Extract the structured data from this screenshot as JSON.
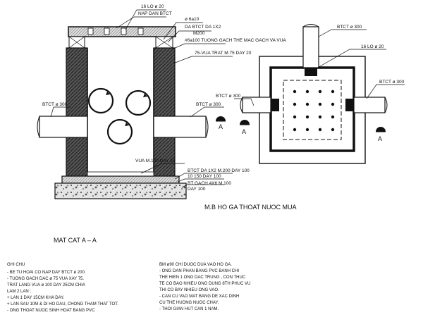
{
  "section": {
    "title": "MAT CAT A – A",
    "labels": {
      "lid_holes": "16 LO ø 20",
      "lid": "NAP DAN BTCT",
      "rebar": "ø 6a10",
      "lid_slab": "DA BTCT DA 1X2",
      "lid_slab_mark": "M200",
      "wall": "#6a100 TUONG GACH THE MAC GACH VA VUA",
      "plaster": "75-VUA TRAT M.75 DAY 20",
      "pipe_left": "BTCT ø 300",
      "pipe_right": "BTCT ø 300",
      "floor_mortar": "VUA M.100 DAY 20",
      "base_slab": "BTCT DA 1X2 M.200 DAY 100",
      "base_mark": "10 150 DẠY 100",
      "bedding": "BT GACH 4X6 M.100",
      "bedding_thk": "DAY 100",
      "cut_mark": "A"
    }
  },
  "plan": {
    "title": "M.B HO GA THOAT NUOC MUA",
    "labels": {
      "pipe_top": "BTCT ø 300",
      "holes": "16 LO ø 20",
      "pipe_right": "BTCT ø 300",
      "pipe_left": "BTCT ø 300",
      "cut_mark_left": "A",
      "cut_mark_right": "A"
    }
  },
  "notes": {
    "heading": "GHI CHU",
    "left": [
      "- BE TU HOAI CO NAP DAY BTCT ø 200.",
      "- TUONG GACH DAC ø 75 VUA XAY 75.",
      "  TRAT LANG VUA ø 100 DAY 25CM CHIA",
      "  LAM 2 LAN :",
      "+ LAN 1 DAY 15CM KHA DAY.",
      "+ LAN SAU 10M & DI HO DAU, CHONG THAM THAT TOT.",
      "- ONG THOAT NUOC SINH HOAT BANG PVC"
    ],
    "right": [
      "BM ø90 CHI DUOC DUA VAO HO GA.",
      "- ONG DAN PHAN BANG PVC BANH CHI",
      "  THE HIEN 1 ONG DAC TRUNG , CON THUC",
      "  TE CO BAO NHIEU ONG DUNG 8TH PHUC VU",
      "  THI CO BAY NHIEU ONG VAO.",
      "- CAN CU VAO MAT BANG DE XAC DINH",
      "  CU THE HUONG NUOC CHAY.",
      "- THOI GIAN HUT CAN 1 NAM."
    ]
  }
}
